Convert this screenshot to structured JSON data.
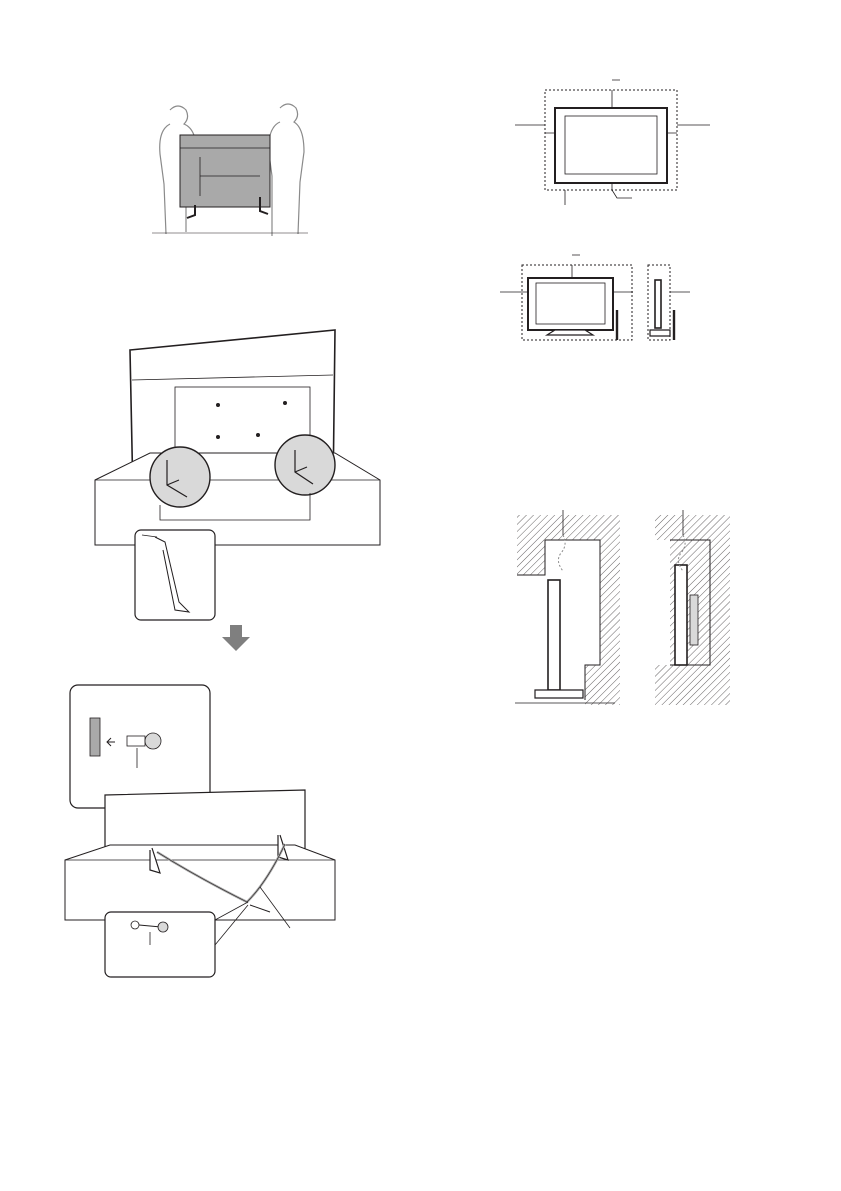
{
  "page": {
    "background": "#ffffff",
    "line_color": "#231f20",
    "grey_fill": "#a9a9a9",
    "light_grey": "#d9d9d9"
  },
  "figures": [
    {
      "id": "two-people-carrying-tv",
      "icon": "people-carrying-tv-illustration"
    },
    {
      "id": "tv-on-stand-rear-view",
      "icon": "tv-rear-with-stands-illustration"
    },
    {
      "id": "strap-securing-detail",
      "icon": "tv-anchor-strap-illustration"
    },
    {
      "id": "wall-mount-clearance",
      "icon": "wall-mount-ventilation-clearance-diagram"
    },
    {
      "id": "stand-clearance",
      "icon": "stand-ventilation-clearance-diagram"
    },
    {
      "id": "air-circulation-blocked",
      "icon": "air-circulation-blocked-diagram"
    }
  ]
}
